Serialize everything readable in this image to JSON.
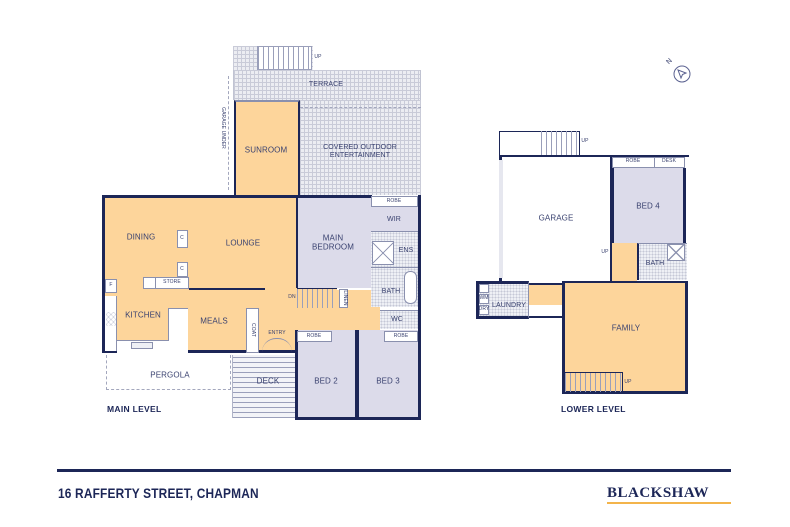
{
  "plan": {
    "address": "16 RAFFERTY STREET, CHAPMAN",
    "brand": "BLACKSHAW",
    "north_label": "N",
    "colors": {
      "living": "#fdd59b",
      "bedroom": "#dcdbea",
      "outdoor": "#ecedf2",
      "wall": "#1c2657",
      "text": "#3a4270",
      "brand_underline": "#f3b44b"
    }
  },
  "main_level": {
    "title": "MAIN LEVEL",
    "rooms": {
      "terrace": "TERRACE",
      "garage_under": "GARAGE UNDER",
      "sunroom": "SUNROOM",
      "covered_outdoor_1": "COVERED OUTDOOR",
      "covered_outdoor_2": "ENTERTAINMENT",
      "dining": "DINING",
      "lounge": "LOUNGE",
      "store": "STORE",
      "kitchen": "KITCHEN",
      "meals": "MEALS",
      "coat": "COAT",
      "entry": "ENTRY",
      "main_bedroom_1": "MAIN",
      "main_bedroom_2": "BEDROOM",
      "robe": "ROBE",
      "wir": "WIR",
      "ens": "ENS",
      "bath": "BATH",
      "wc": "WC",
      "linen": "LINEN",
      "bed2": "BED 2",
      "bed3": "BED 3",
      "pergola": "PERGOLA",
      "deck": "DECK",
      "fridge": "F",
      "cupboard": "C",
      "up": "UP",
      "dn": "DN"
    }
  },
  "lower_level": {
    "title": "LOWER LEVEL",
    "rooms": {
      "garage": "GARAGE",
      "robe": "ROBE",
      "desk": "DESK",
      "bed4": "BED 4",
      "bath": "BATH",
      "laundry": "LAUNDRY",
      "wm": "WM",
      "dry": "DRY",
      "family": "FAMILY",
      "up": "UP"
    }
  }
}
